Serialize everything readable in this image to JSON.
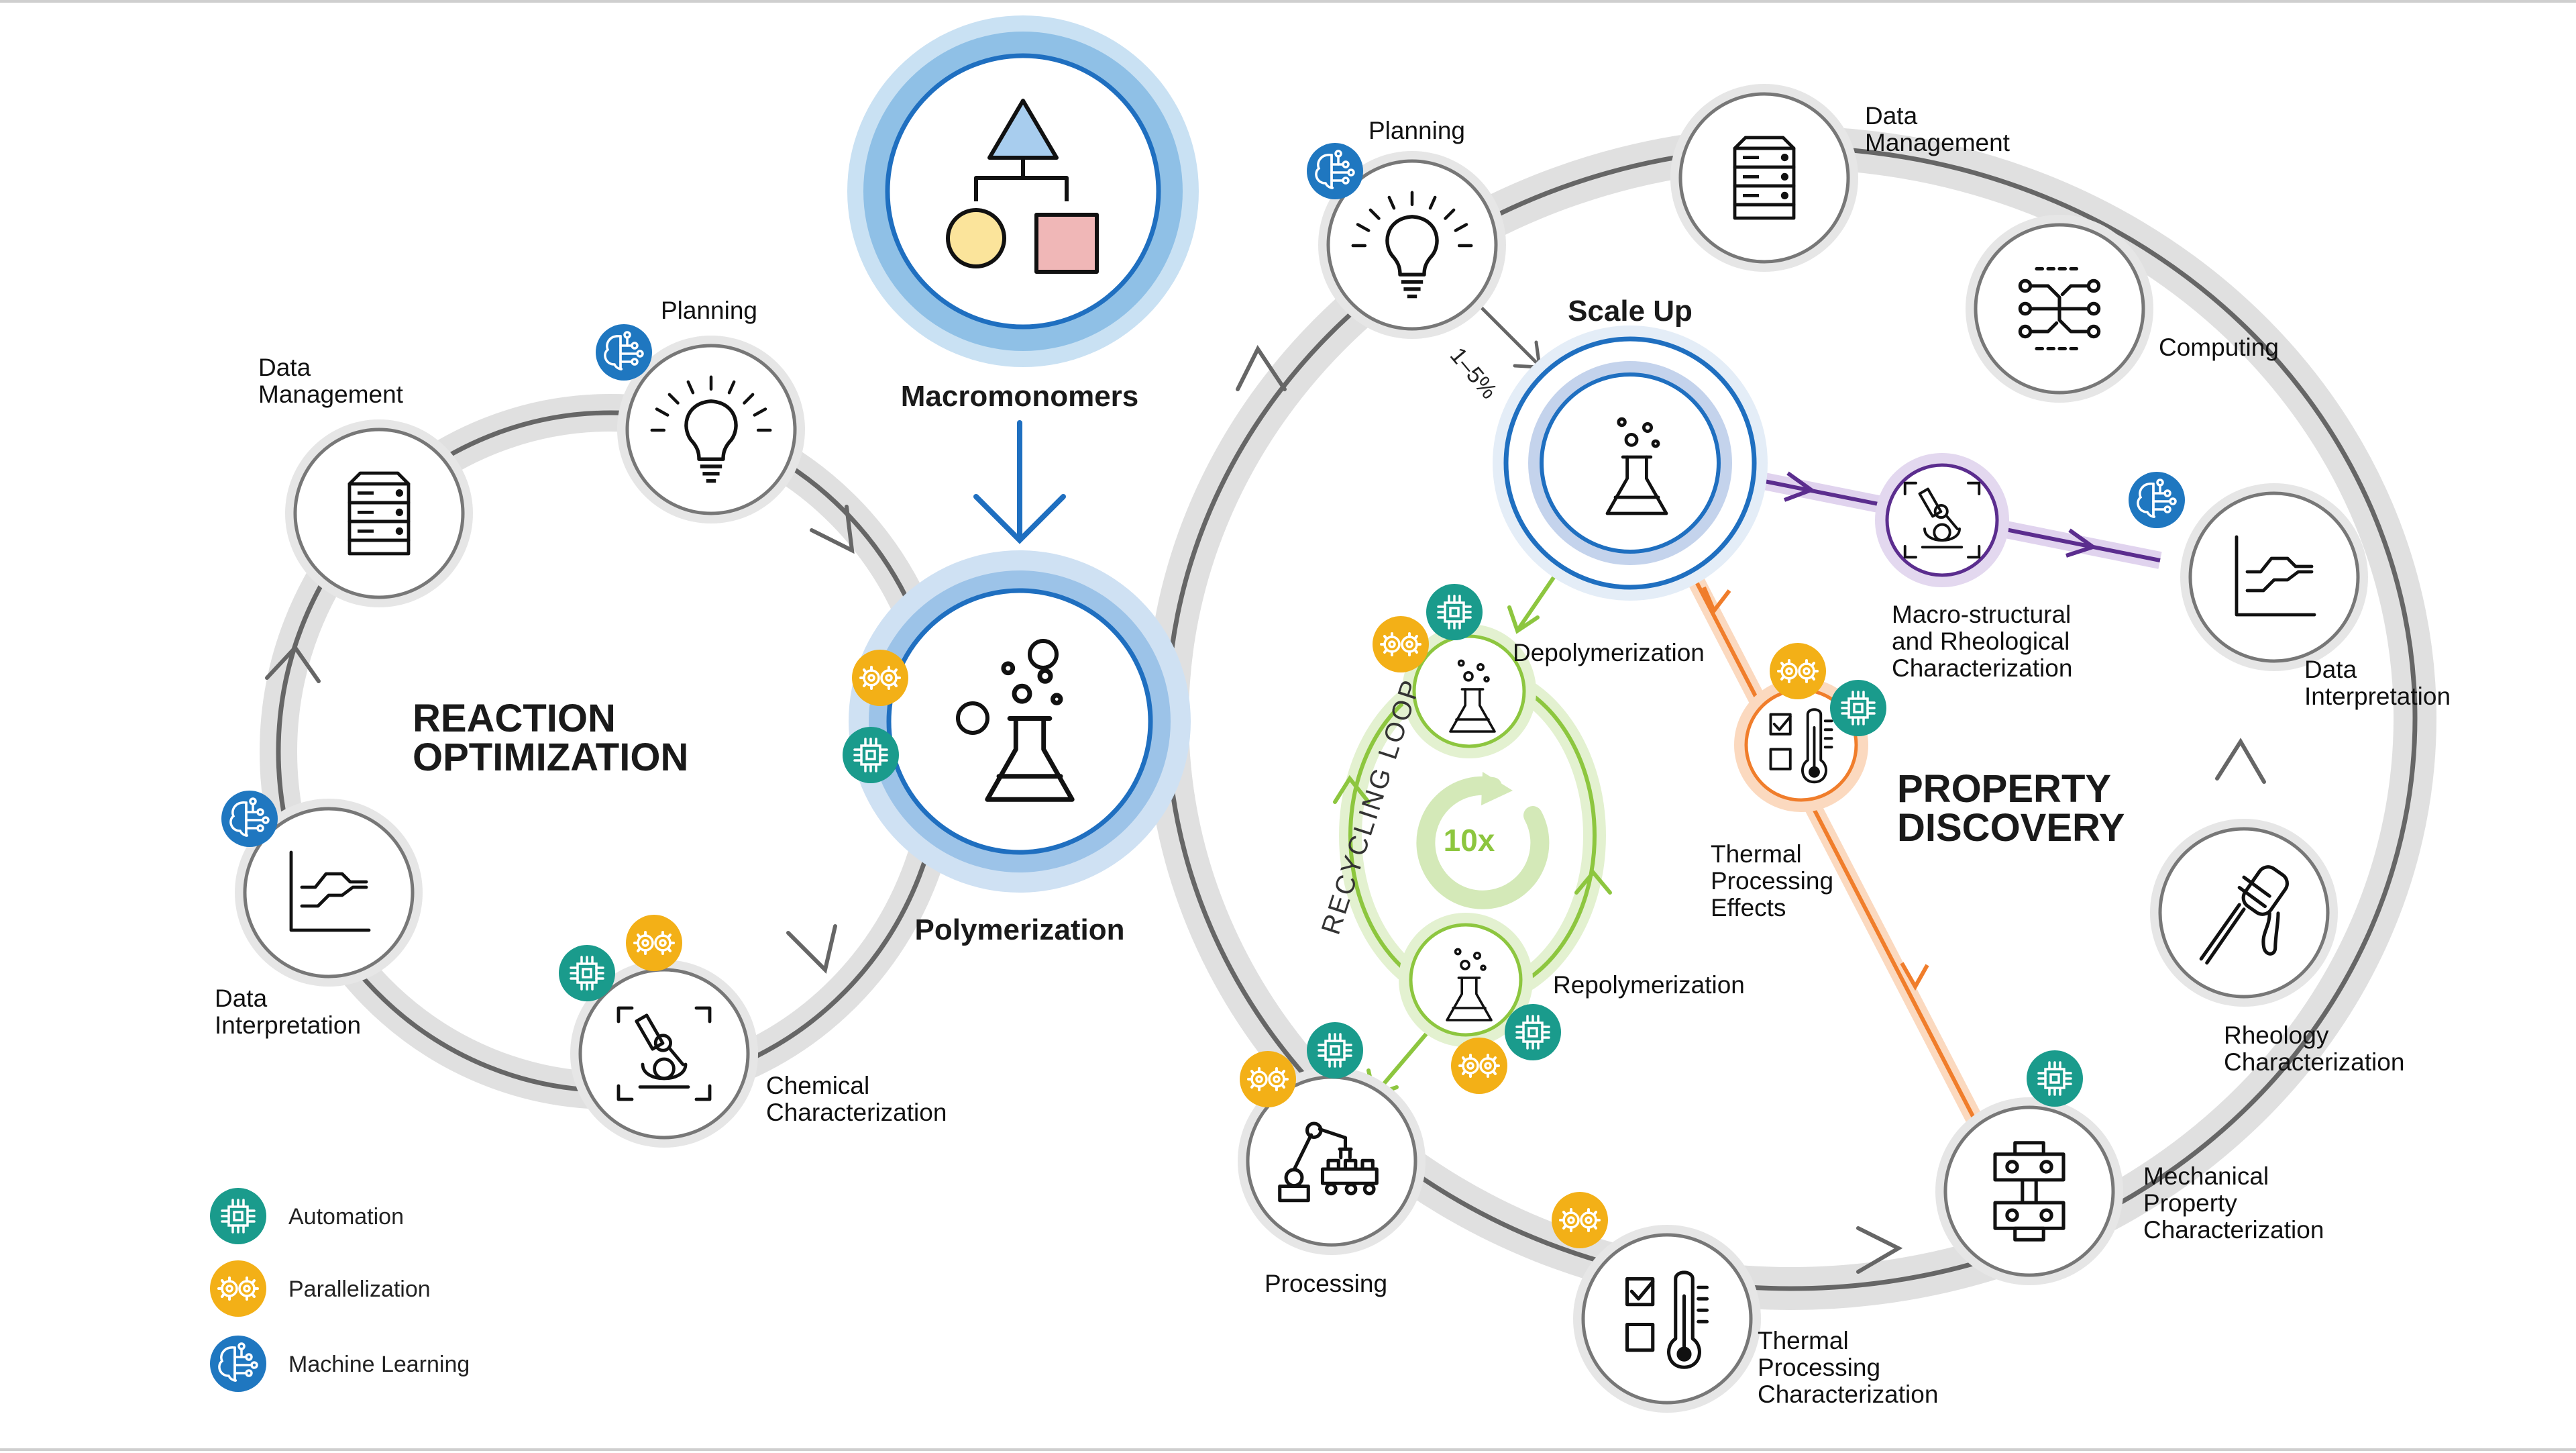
{
  "reaction_loop": {
    "title_line1": "REACTION",
    "title_line2": "OPTIMIZATION",
    "planning": "Planning",
    "data_management_1": "Data",
    "data_management_2": "Management",
    "data_interpretation_1": "Data",
    "data_interpretation_2": "Interpretation",
    "chemical_char_1": "Chemical",
    "chemical_char_2": "Characterization"
  },
  "center": {
    "macromonomers": "Macromonomers",
    "polymerization": "Polymerization"
  },
  "property_loop": {
    "title_line1": "PROPERTY",
    "title_line2": "DISCOVERY",
    "planning": "Planning",
    "data_management_1": "Data",
    "data_management_2": "Management",
    "computing": "Computing",
    "data_interpretation_1": "Data",
    "data_interpretation_2": "Interpretation",
    "rheology_1": "Rheology",
    "rheology_2": "Characterization",
    "mechanical_1": "Mechanical",
    "mechanical_2": "Property",
    "mechanical_3": "Characterization",
    "thermal_char_1": "Thermal",
    "thermal_char_2": "Processing",
    "thermal_char_3": "Characterization",
    "processing": "Processing",
    "scale_up": "Scale Up",
    "scale_fraction": "1–5%",
    "macro_1": "Macro-structural",
    "macro_2": "and Rheological",
    "macro_3": "Characterization",
    "thermal_effects_1": "Thermal",
    "thermal_effects_2": "Processing",
    "thermal_effects_3": "Effects"
  },
  "recycling": {
    "loop_label": "RECYCLING LOOP",
    "depolymerization": "Depolymerization",
    "repolymerization": "Repolymerization",
    "multiplier": "10x"
  },
  "legend": {
    "automation": "Automation",
    "parallelization": "Parallelization",
    "machine_learning": "Machine Learning"
  },
  "colors": {
    "automation": "#1a9b8c",
    "parallelization": "#f3b017",
    "machine_learning": "#1f77c0",
    "central_blue": "#1f6fc0",
    "recycle_green": "#8dc63f",
    "orange_path": "#f07d2b",
    "purple_path": "#5b2d8e",
    "ring_gray": "#d8d8d8",
    "line_dark": "#555555"
  },
  "icons": [
    "lightbulb-icon",
    "server-icon",
    "circuit-icon",
    "chart-icon",
    "microscope-icon",
    "flask-icon",
    "robot-arm-icon",
    "thermometer-checklist-icon",
    "honey-dipper-icon",
    "tensile-tester-icon",
    "shapes-icon",
    "refresh-icon",
    "brain-icon",
    "chip-icon",
    "gears-icon"
  ]
}
